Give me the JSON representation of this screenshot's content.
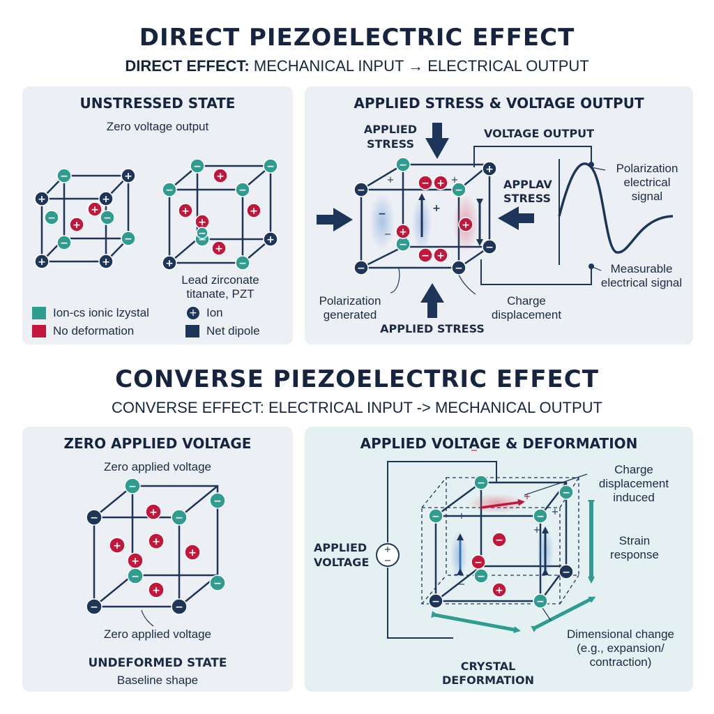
{
  "top": {
    "title": "DIRECT PIEZOELECTRIC EFFECT",
    "subtitle_bold": "DIRECT EFFECT:",
    "subtitle_rest": " MECHANICAL INPUT → ELECTRICAL OUTPUT"
  },
  "panel1": {
    "title": "UNSTRESSED STATE",
    "caption": "Zero voltage output",
    "material_line1": "Lead zirconate",
    "material_line2": "titanate, PZT",
    "legend": [
      {
        "text": "Ion-cs ionic lzystal",
        "color": "#2e9c8f"
      },
      {
        "text": "Ion",
        "color": "#1c3558"
      },
      {
        "text": "No deformation",
        "color": "#c4163a"
      },
      {
        "text": "Net dipole",
        "color": "#1c3558"
      }
    ]
  },
  "panel2": {
    "title": "APPLIED STRESS & VOLTAGE OUTPUT",
    "stress_top_1": "APPLIED",
    "stress_top_2": "STRESS",
    "voltage_output": "VOLTAGE OUTPUT",
    "stress_right_1": "APPLAV",
    "stress_right_2": "STRESS",
    "polarization_signal_1": "Polarization",
    "polarization_signal_2": "electrical",
    "polarization_signal_3": "signal",
    "measurable_1": "Measurable",
    "measurable_2": "electrical signal",
    "polarization_gen_1": "Polarization",
    "polarization_gen_2": "generated",
    "charge_disp_1": "Charge",
    "charge_disp_2": "displacement",
    "stress_bottom": "APPLIED STRESS"
  },
  "bottom": {
    "title": "CONVERSE PIEZOELECTRIC EFFECT",
    "subtitle": "CONVERSE EFFECT: ELECTRICAL INPUT -> MECHANICAL OUTPUT"
  },
  "panel3": {
    "title": "ZERO APPLIED VOLTAGE",
    "caption_top": "Zero applied voltage",
    "caption_bottom": "Zero applied voltage",
    "state": "UNDEFORMED STATE",
    "baseline": "Baseline shape"
  },
  "panel4": {
    "title": "APPLIED VOLTAGE & DEFORMATION",
    "charge_1": "Charge",
    "charge_2": "displacement",
    "charge_3": "induced",
    "applied_voltage_1": "APPLIED",
    "applied_voltage_2": "VOLTAGE",
    "strain_1": "Strain",
    "strain_2": "response",
    "dim_1": "Dimensional change",
    "dim_2": "(e.g., expansion/",
    "dim_3": "contraction)",
    "crystal_1": "CRYSTAL",
    "crystal_2": "DEFORMATION"
  },
  "colors": {
    "navy": "#1c3558",
    "teal": "#2e9c8f",
    "red": "#c4163a",
    "panel_gray": "#eceff4",
    "panel_teal": "#e4f0f1"
  }
}
